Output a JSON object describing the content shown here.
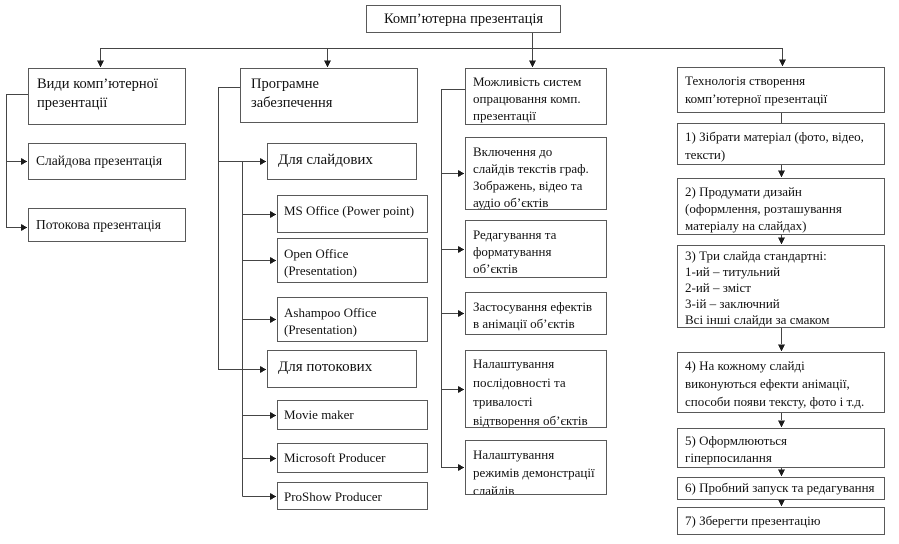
{
  "colors": {
    "background": "#ffffff",
    "box_border": "#595959",
    "connector": "#454545",
    "text": "#111111"
  },
  "root": {
    "label": "Комп’ютерна презентація"
  },
  "columns": {
    "types": {
      "header": "Види комп’ютерної\nпрезентації",
      "items": [
        "Слайдова презентація",
        "Потокова презентація"
      ]
    },
    "software": {
      "header": "Програмне\nзабезпечення",
      "groups": [
        {
          "label": "Для слайдових",
          "items": [
            "MS Office (Power point)",
            "Open Office\n(Presentation)",
            "Ashampoo Office\n(Presentation)"
          ]
        },
        {
          "label": "Для потокових",
          "items": [
            "Movie maker",
            "Microsoft Producer",
            "ProShow Producer"
          ]
        }
      ]
    },
    "capabilities": {
      "header": "Можливість систем\nопрацювання комп.\nпрезентації",
      "items": [
        "Включення до\nслайдів текстів граф.\nЗображень, відео та\nаудіо об’єктів",
        "Редагування та\nформатування\nоб’єктів",
        "Застосування ефектів\nв анімації об’єктів",
        "Налаштування\nпослідовності та\nтривалості\nвідтворення об’єктів",
        "Налаштування\nрежимів демонстрації\nслайдів"
      ]
    },
    "technology": {
      "header": "Технологія створення\nкомп’ютерної презентації",
      "steps": [
        "1) Зібрати матеріал (фото, відео,\nтексти)",
        "2) Продумати дизайн\n(оформлення, розташування\nматеріалу на слайдах)",
        "3) Три слайда стандартні:\n1-ий – титульний\n2-ий – зміст\n3-ій – заключний\nВсі інші слайди за смаком",
        "4) На кожному слайді\nвиконуються ефекти анімації,\nспособи появи тексту, фото і т.д.",
        "5) Оформлюються\nгіперпосилання",
        "6) Пробний запуск та редагування",
        "7) Зберегти презентацію"
      ]
    }
  }
}
